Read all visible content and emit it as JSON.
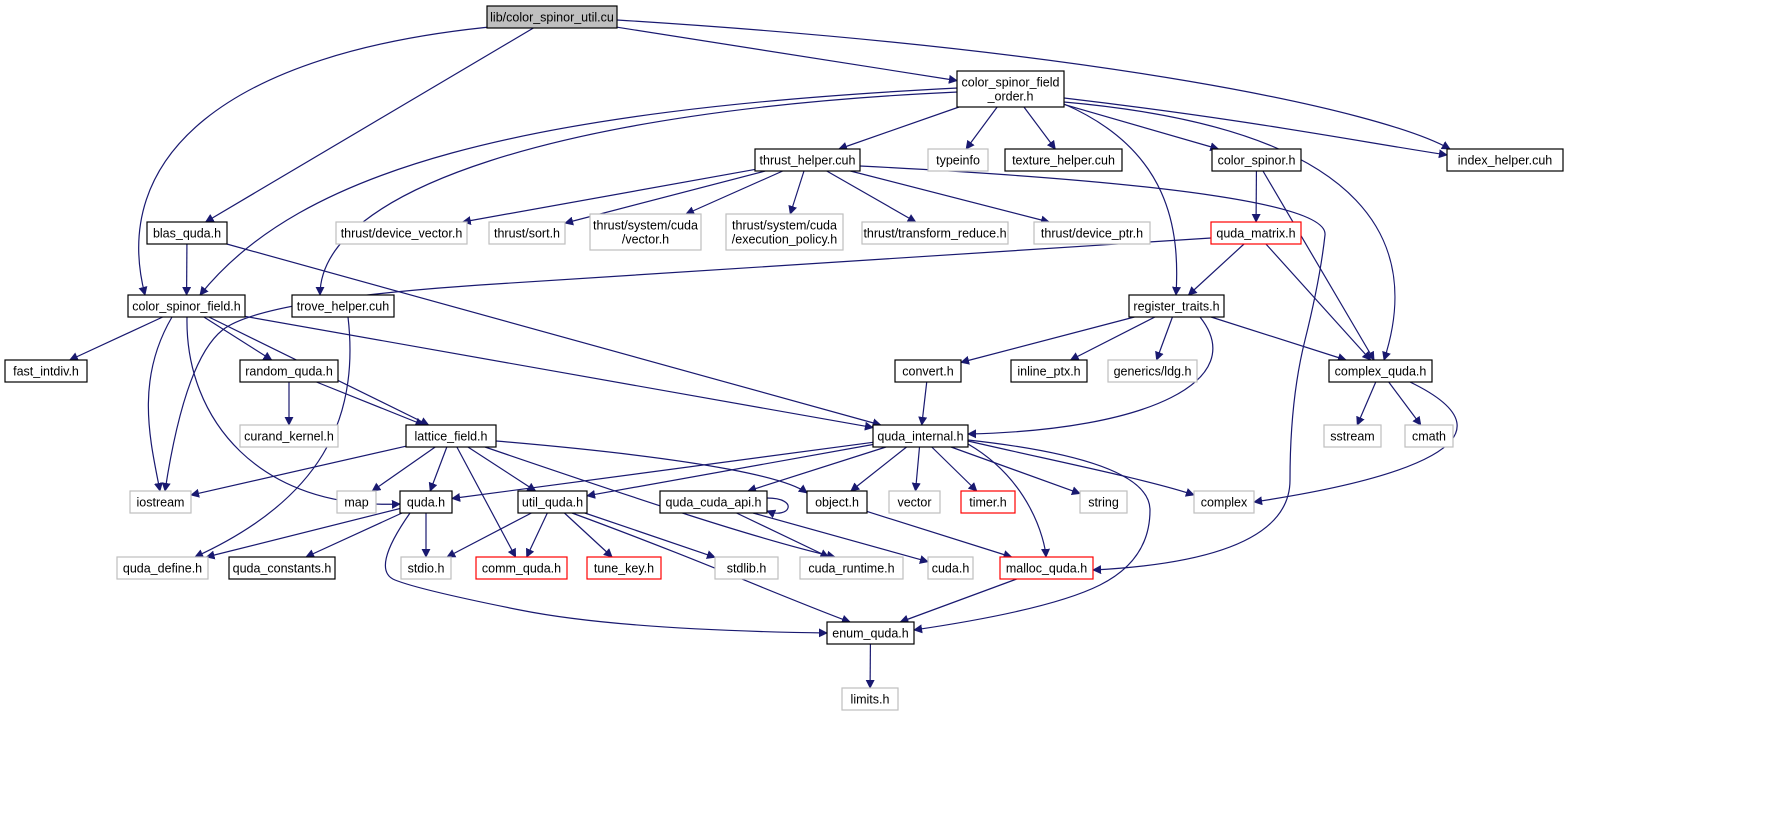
{
  "colors": {
    "edge": "#191970",
    "documented_border": "#000000",
    "undocumented_border": "#bfbfbf",
    "truncated_border": "#ff0000",
    "root_fill": "#bfbfbf",
    "node_fill": "#ffffff"
  },
  "nodes": [
    {
      "id": "root",
      "lines": [
        "lib/color_spinor_util.cu"
      ],
      "style": "root"
    },
    {
      "id": "csfo",
      "lines": [
        "color_spinor_field",
        "_order.h"
      ],
      "style": "documented"
    },
    {
      "id": "index_helper",
      "lines": [
        "index_helper.cuh"
      ],
      "style": "documented"
    },
    {
      "id": "typeinfo",
      "lines": [
        "typeinfo"
      ],
      "style": "external"
    },
    {
      "id": "texture_helper",
      "lines": [
        "texture_helper.cuh"
      ],
      "style": "documented"
    },
    {
      "id": "color_spinor",
      "lines": [
        "color_spinor.h"
      ],
      "style": "documented"
    },
    {
      "id": "thrust_helper",
      "lines": [
        "thrust_helper.cuh"
      ],
      "style": "documented"
    },
    {
      "id": "blas_quda",
      "lines": [
        "blas_quda.h"
      ],
      "style": "documented"
    },
    {
      "id": "t_devvec",
      "lines": [
        "thrust/device_vector.h"
      ],
      "style": "external"
    },
    {
      "id": "t_sort",
      "lines": [
        "thrust/sort.h"
      ],
      "style": "external"
    },
    {
      "id": "t_sysvec",
      "lines": [
        "thrust/system/cuda",
        "/vector.h"
      ],
      "style": "external"
    },
    {
      "id": "t_execpol",
      "lines": [
        "thrust/system/cuda",
        "/execution_policy.h"
      ],
      "style": "external"
    },
    {
      "id": "t_transred",
      "lines": [
        "thrust/transform_reduce.h"
      ],
      "style": "external"
    },
    {
      "id": "t_devptr",
      "lines": [
        "thrust/device_ptr.h"
      ],
      "style": "external"
    },
    {
      "id": "quda_matrix",
      "lines": [
        "quda_matrix.h"
      ],
      "style": "truncated"
    },
    {
      "id": "csf",
      "lines": [
        "color_spinor_field.h"
      ],
      "style": "documented"
    },
    {
      "id": "trove_helper",
      "lines": [
        "trove_helper.cuh"
      ],
      "style": "documented"
    },
    {
      "id": "register_traits",
      "lines": [
        "register_traits.h"
      ],
      "style": "documented"
    },
    {
      "id": "fast_intdiv",
      "lines": [
        "fast_intdiv.h"
      ],
      "style": "documented"
    },
    {
      "id": "random_quda",
      "lines": [
        "random_quda.h"
      ],
      "style": "documented"
    },
    {
      "id": "convert",
      "lines": [
        "convert.h"
      ],
      "style": "documented"
    },
    {
      "id": "inline_ptx",
      "lines": [
        "inline_ptx.h"
      ],
      "style": "documented"
    },
    {
      "id": "generics_ldg",
      "lines": [
        "generics/ldg.h"
      ],
      "style": "external"
    },
    {
      "id": "complex_quda",
      "lines": [
        "complex_quda.h"
      ],
      "style": "documented"
    },
    {
      "id": "curand_kernel",
      "lines": [
        "curand_kernel.h"
      ],
      "style": "external"
    },
    {
      "id": "lattice_field",
      "lines": [
        "lattice_field.h"
      ],
      "style": "documented"
    },
    {
      "id": "quda_internal",
      "lines": [
        "quda_internal.h"
      ],
      "style": "documented"
    },
    {
      "id": "sstream",
      "lines": [
        "sstream"
      ],
      "style": "external"
    },
    {
      "id": "cmath",
      "lines": [
        "cmath"
      ],
      "style": "external"
    },
    {
      "id": "iostream",
      "lines": [
        "iostream"
      ],
      "style": "external"
    },
    {
      "id": "map",
      "lines": [
        "map"
      ],
      "style": "external"
    },
    {
      "id": "quda_h",
      "lines": [
        "quda.h"
      ],
      "style": "documented"
    },
    {
      "id": "util_quda",
      "lines": [
        "util_quda.h"
      ],
      "style": "documented"
    },
    {
      "id": "quda_cuda_api",
      "lines": [
        "quda_cuda_api.h"
      ],
      "style": "documented"
    },
    {
      "id": "object",
      "lines": [
        "object.h"
      ],
      "style": "documented"
    },
    {
      "id": "vector",
      "lines": [
        "vector"
      ],
      "style": "external"
    },
    {
      "id": "timer",
      "lines": [
        "timer.h"
      ],
      "style": "truncated"
    },
    {
      "id": "string",
      "lines": [
        "string"
      ],
      "style": "external"
    },
    {
      "id": "complex",
      "lines": [
        "complex"
      ],
      "style": "external"
    },
    {
      "id": "quda_define",
      "lines": [
        "quda_define.h"
      ],
      "style": "external"
    },
    {
      "id": "quda_constants",
      "lines": [
        "quda_constants.h"
      ],
      "style": "documented"
    },
    {
      "id": "stdio",
      "lines": [
        "stdio.h"
      ],
      "style": "external"
    },
    {
      "id": "comm_quda",
      "lines": [
        "comm_quda.h"
      ],
      "style": "truncated"
    },
    {
      "id": "tune_key",
      "lines": [
        "tune_key.h"
      ],
      "style": "truncated"
    },
    {
      "id": "stdlib",
      "lines": [
        "stdlib.h"
      ],
      "style": "external"
    },
    {
      "id": "cuda_runtime",
      "lines": [
        "cuda_runtime.h"
      ],
      "style": "external"
    },
    {
      "id": "cuda_h",
      "lines": [
        "cuda.h"
      ],
      "style": "external"
    },
    {
      "id": "malloc_quda",
      "lines": [
        "malloc_quda.h"
      ],
      "style": "truncated"
    },
    {
      "id": "enum_quda",
      "lines": [
        "enum_quda.h"
      ],
      "style": "documented"
    },
    {
      "id": "limits",
      "lines": [
        "limits.h"
      ],
      "style": "external"
    }
  ],
  "edges": [
    [
      "root",
      "csfo"
    ],
    [
      "root",
      "index_helper"
    ],
    [
      "root",
      "blas_quda"
    ],
    [
      "root",
      "csf"
    ],
    [
      "csfo",
      "typeinfo"
    ],
    [
      "csfo",
      "texture_helper"
    ],
    [
      "csfo",
      "color_spinor"
    ],
    [
      "csfo",
      "index_helper"
    ],
    [
      "csfo",
      "thrust_helper"
    ],
    [
      "csfo",
      "csf"
    ],
    [
      "csfo",
      "trove_helper"
    ],
    [
      "csfo",
      "register_traits"
    ],
    [
      "csfo",
      "complex_quda"
    ],
    [
      "thrust_helper",
      "t_devvec"
    ],
    [
      "thrust_helper",
      "t_sort"
    ],
    [
      "thrust_helper",
      "t_sysvec"
    ],
    [
      "thrust_helper",
      "t_execpol"
    ],
    [
      "thrust_helper",
      "t_transred"
    ],
    [
      "thrust_helper",
      "t_devptr"
    ],
    [
      "thrust_helper",
      "malloc_quda"
    ],
    [
      "color_spinor",
      "quda_matrix"
    ],
    [
      "color_spinor",
      "complex_quda"
    ],
    [
      "quda_matrix",
      "register_traits"
    ],
    [
      "quda_matrix",
      "complex_quda"
    ],
    [
      "quda_matrix",
      "iostream"
    ],
    [
      "blas_quda",
      "csf"
    ],
    [
      "blas_quda",
      "quda_internal"
    ],
    [
      "csf",
      "fast_intdiv"
    ],
    [
      "csf",
      "random_quda"
    ],
    [
      "csf",
      "lattice_field"
    ],
    [
      "csf",
      "quda_internal"
    ],
    [
      "csf",
      "iostream"
    ],
    [
      "csf",
      "quda_h"
    ],
    [
      "trove_helper",
      "quda_define"
    ],
    [
      "register_traits",
      "convert"
    ],
    [
      "register_traits",
      "inline_ptx"
    ],
    [
      "register_traits",
      "generics_ldg"
    ],
    [
      "register_traits",
      "complex_quda"
    ],
    [
      "register_traits",
      "quda_internal"
    ],
    [
      "random_quda",
      "curand_kernel"
    ],
    [
      "random_quda",
      "lattice_field"
    ],
    [
      "convert",
      "quda_internal"
    ],
    [
      "complex_quda",
      "sstream"
    ],
    [
      "complex_quda",
      "cmath"
    ],
    [
      "complex_quda",
      "complex"
    ],
    [
      "lattice_field",
      "iostream"
    ],
    [
      "lattice_field",
      "map"
    ],
    [
      "lattice_field",
      "quda_h"
    ],
    [
      "lattice_field",
      "util_quda"
    ],
    [
      "lattice_field",
      "comm_quda"
    ],
    [
      "lattice_field",
      "object"
    ],
    [
      "lattice_field",
      "cuda_runtime"
    ],
    [
      "quda_internal",
      "quda_h"
    ],
    [
      "quda_internal",
      "util_quda"
    ],
    [
      "quda_internal",
      "quda_cuda_api"
    ],
    [
      "quda_internal",
      "object"
    ],
    [
      "quda_internal",
      "vector"
    ],
    [
      "quda_internal",
      "timer"
    ],
    [
      "quda_internal",
      "string"
    ],
    [
      "quda_internal",
      "complex"
    ],
    [
      "quda_internal",
      "malloc_quda"
    ],
    [
      "quda_internal",
      "enum_quda"
    ],
    [
      "quda_h",
      "quda_define"
    ],
    [
      "quda_h",
      "quda_constants"
    ],
    [
      "quda_h",
      "stdio"
    ],
    [
      "quda_h",
      "enum_quda"
    ],
    [
      "util_quda",
      "stdio"
    ],
    [
      "util_quda",
      "comm_quda"
    ],
    [
      "util_quda",
      "tune_key"
    ],
    [
      "util_quda",
      "stdlib"
    ],
    [
      "util_quda",
      "enum_quda"
    ],
    [
      "quda_cuda_api",
      "quda_cuda_api"
    ],
    [
      "quda_cuda_api",
      "cuda_runtime"
    ],
    [
      "quda_cuda_api",
      "cuda_h"
    ],
    [
      "object",
      "malloc_quda"
    ],
    [
      "malloc_quda",
      "enum_quda"
    ],
    [
      "enum_quda",
      "limits"
    ]
  ]
}
